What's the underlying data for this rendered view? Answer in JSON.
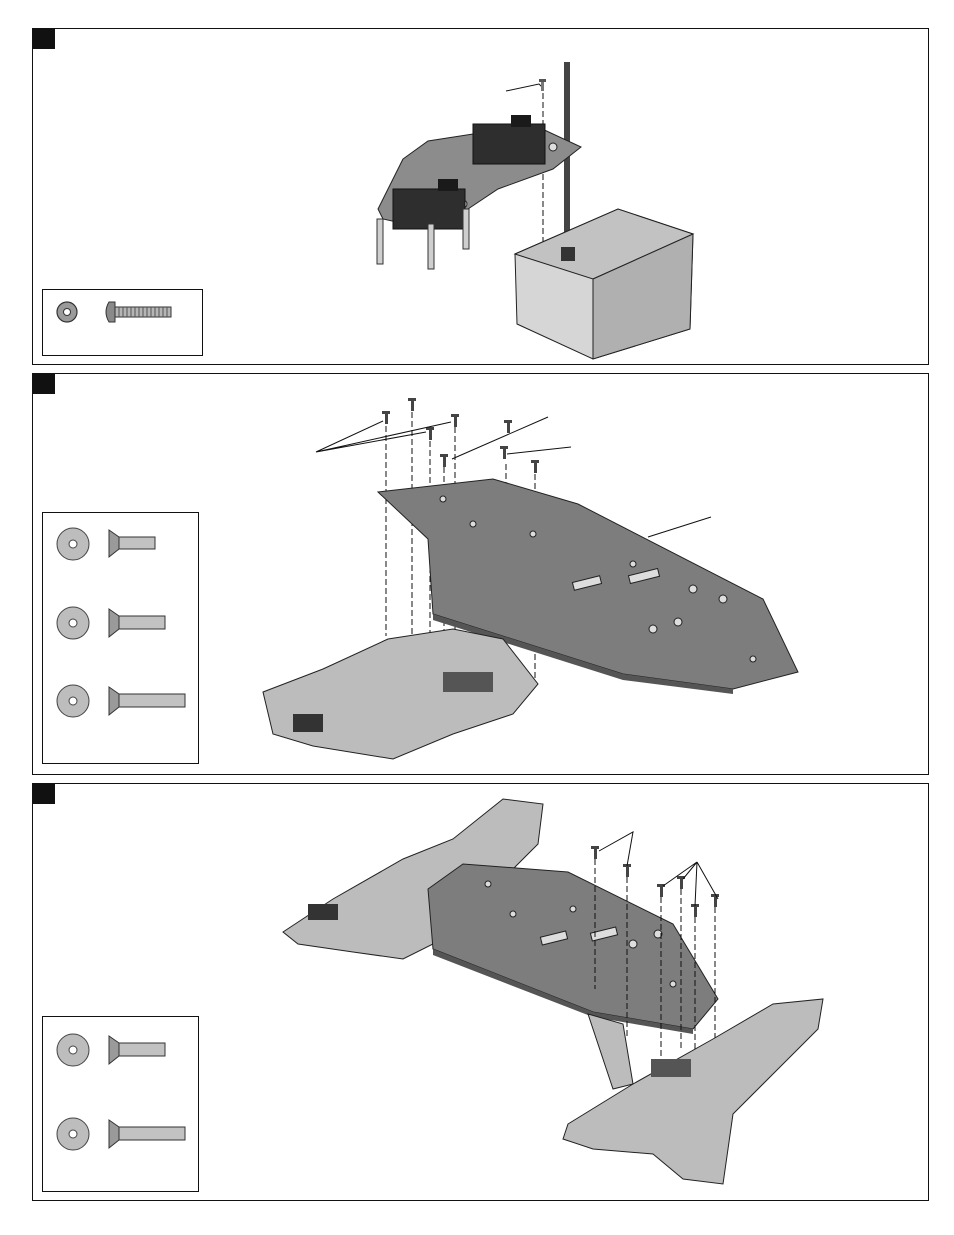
{
  "document": {
    "steps": [
      {
        "hardware": [
          {
            "type": "washer-and-button-head-screw"
          }
        ]
      },
      {
        "hardware": [
          {
            "type": "washer-and-flat-head-screw"
          },
          {
            "type": "washer-and-flat-head-screw"
          },
          {
            "type": "washer-and-long-flat-head-screw"
          }
        ]
      },
      {
        "hardware": [
          {
            "type": "washer-and-flat-head-screw"
          },
          {
            "type": "washer-and-long-flat-head-screw"
          }
        ]
      }
    ]
  }
}
